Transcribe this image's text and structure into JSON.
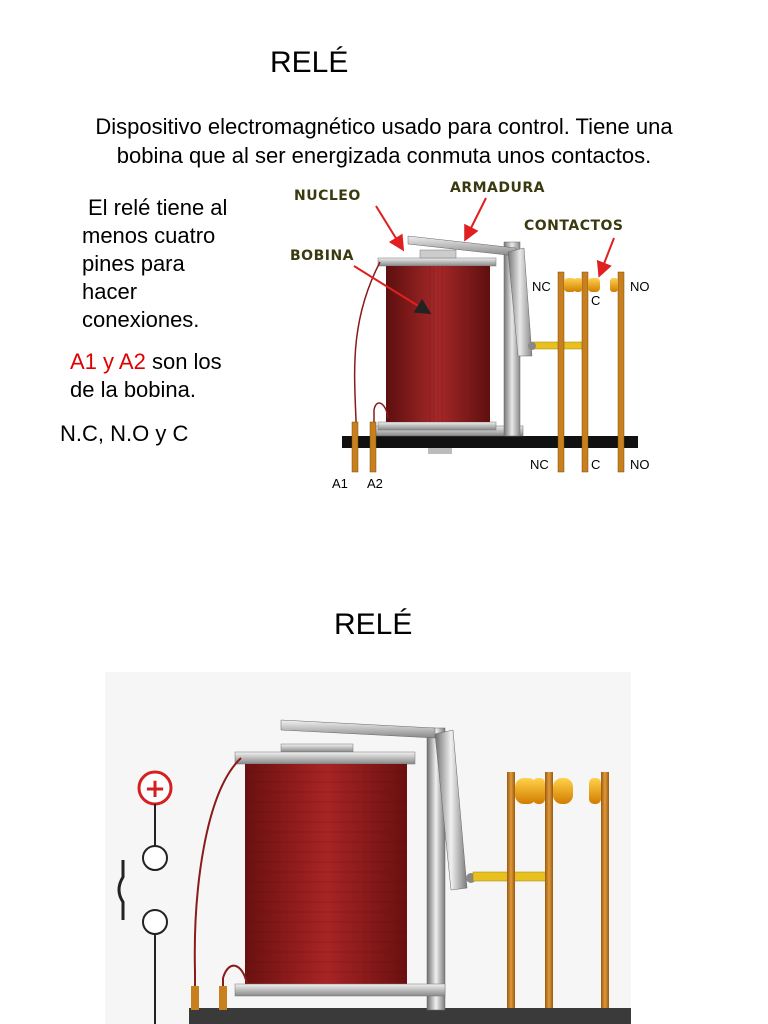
{
  "slide1": {
    "title": "RELÉ",
    "intro_line1": "Dispositivo electromagnético usado para control. Tiene una",
    "intro_line2": "bobina que al ser energizada conmuta unos contactos.",
    "pins_lines": [
      "El relé tiene al",
      "menos cuatro",
      "pines para",
      "hacer",
      "conexiones."
    ],
    "coil_pins_highlight": "A1 y A2",
    "coil_pins_rest": " son los",
    "coil_pins_line2": "de la bobina.",
    "contacts_text": "N.C, N.O y C",
    "diagram": {
      "label_nucleo": "NUCLEO",
      "label_armadura": "ARMADURA",
      "label_contactos": "CONTACTOS",
      "label_bobina": "BOBINA",
      "label_nc": "NC",
      "label_c": "C",
      "label_no": "NO",
      "label_a1": "A1",
      "label_a2": "A2"
    }
  },
  "slide2": {
    "title": "RELÉ",
    "plus_symbol": "+"
  },
  "colors": {
    "coil": "#8b1a1a",
    "copper": "#c8801e",
    "contact": "#f0a500",
    "arrow": "#e02020",
    "accent_text": "#e00000"
  }
}
